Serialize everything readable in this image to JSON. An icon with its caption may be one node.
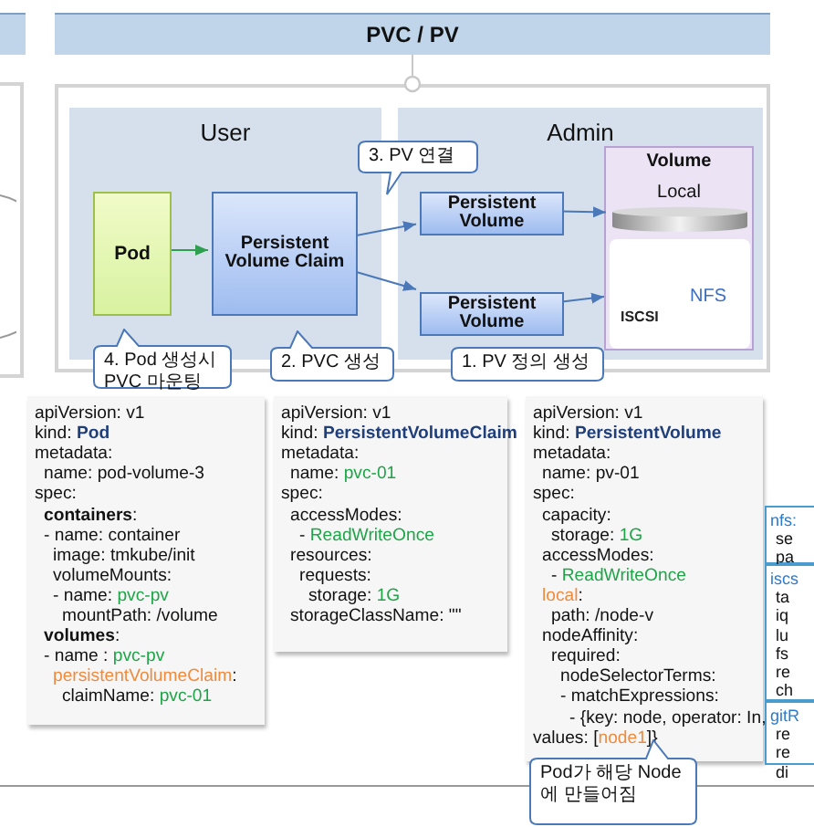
{
  "diagram": {
    "nodes": [
      {
        "text": [
          "PVC / PV"
        ]
      },
      {
        "text": [],
        "shape": "box"
      },
      {
        "text": [
          "User"
        ],
        "in": 1
      },
      {
        "text": [
          "Admin"
        ],
        "in": 1
      },
      {
        "text": [
          "Pod"
        ],
        "in": 2
      },
      {
        "text": [
          "Persistent Volume Claim"
        ],
        "in": 2
      },
      {
        "text": [
          "Persistent Volume"
        ],
        "in": 3
      },
      {
        "text": [
          "Persistent Volume"
        ],
        "in": 3
      },
      {
        "text": [
          "Volume"
        ],
        "in": 3
      },
      {
        "text": [],
        "shape": "cylinder",
        "in": 8,
        "beside": [
          "Local"
        ]
      },
      {
        "text": [
          "NFS",
          "ISCSI"
        ],
        "in": 8
      },
      {
        "text": [
          "3. PV 연결"
        ],
        "in": 1
      },
      {
        "text": [
          "4. Pod 생성시 PVC 마운팅"
        ]
      },
      {
        "text": [
          "2. PVC 생성"
        ]
      },
      {
        "text": [
          "1. PV 정의 생성"
        ]
      },
      {
        "text": [
          "apiVersion: v1",
          "kind: **Pod**",
          "metadata:",
          "name: pod-volume-3",
          "spec:",
          "**containers**:",
          "- name: container",
          "image: tmkube/init",
          "volumeMounts:",
          "- name: pvc-pv",
          "mountPath: /volume",
          "**volumes**:",
          "- name : pvc-pv",
          "persistentVolumeClaim:",
          "claimName: pvc-01"
        ]
      },
      {
        "text": [
          "apiVersion: v1",
          "kind: **PersistentVolumeClaim**",
          "metadata:",
          "name: pvc-01",
          "spec:",
          "accessModes:",
          "- ReadWriteOnce",
          "resources:",
          "requests:",
          "storage: 1G",
          "storageClassName: \"\""
        ]
      },
      {
        "text": [
          "apiVersion: v1",
          "kind: **PersistentVolume**",
          "metadata:",
          "name: pv-01",
          "spec:",
          "capacity:",
          "storage: 1G",
          "accessModes:",
          "- ReadWriteOnce",
          "local:",
          "path: /node-v",
          "nodeAffinity:",
          "required:",
          "nodeSelectorTerms:",
          "- matchExpressions:",
          "- {key: node, operator: In,",
          "values: [node1]}"
        ]
      },
      {
        "text": [
          "Pod가 해당 Node 에 만들어짐"
        ]
      },
      {
        "text": [
          "nfs:",
          "se",
          "pa"
        ]
      },
      {
        "text": [
          "iscs",
          "ta",
          "iq",
          "lu",
          "fs",
          "re",
          "ch"
        ]
      },
      {
        "text": [
          "gitR",
          "re",
          "re",
          "di"
        ]
      }
    ],
    "edges": [
      {
        "from": 0,
        "to": 1,
        "arrow": "other",
        "color": "#c8c8c8"
      },
      {
        "from": 4,
        "to": 5,
        "arrow": "to",
        "color": "#2e9e4f"
      },
      {
        "from": 5,
        "to": 6,
        "arrow": "to"
      },
      {
        "from": 5,
        "to": 7,
        "arrow": "to"
      },
      {
        "from": 6,
        "to": 9,
        "arrow": "to"
      },
      {
        "from": 7,
        "to": 10,
        "arrow": "to"
      }
    ]
  }
}
